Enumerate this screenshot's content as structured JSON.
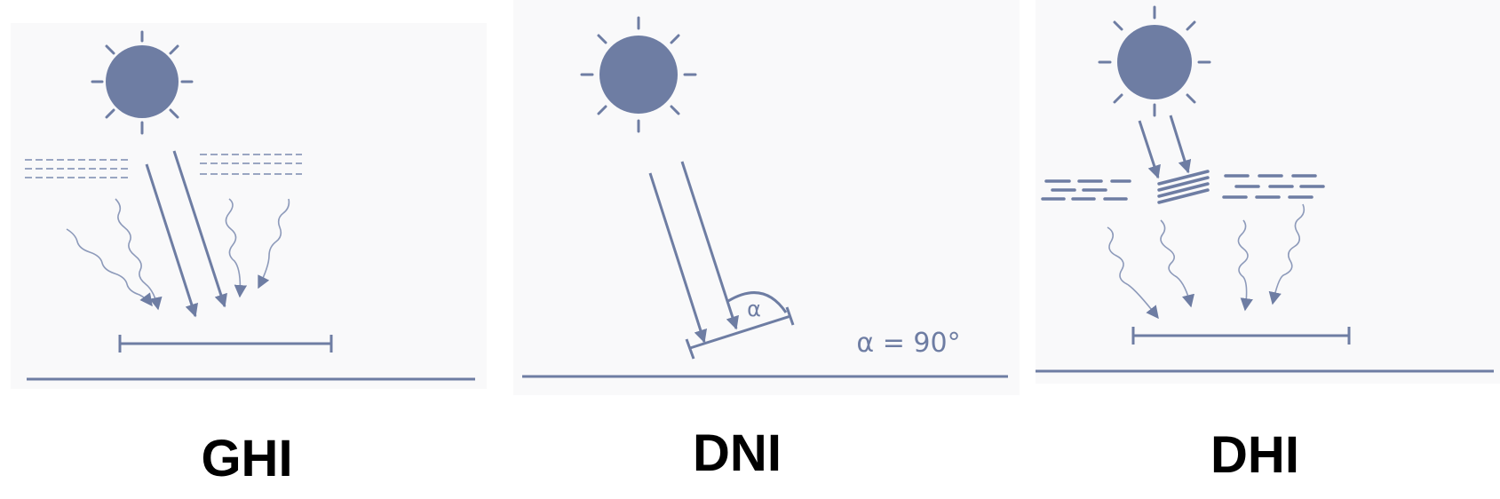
{
  "panels": [
    {
      "id": "ghi",
      "label": "GHI"
    },
    {
      "id": "dni",
      "label": "DNI",
      "alpha_symbol": "α",
      "alpha_equation": "α = 90°"
    },
    {
      "id": "dhi",
      "label": "DHI"
    }
  ],
  "colors": {
    "ink": "#6e7da3",
    "panel_bg": "#f9f9fa",
    "label_text": "#000000"
  },
  "icons": [
    "sun-icon",
    "cloud-icon",
    "direct-beam-arrow",
    "diffuse-ray-arrow",
    "sensor-plate",
    "ground-line"
  ]
}
